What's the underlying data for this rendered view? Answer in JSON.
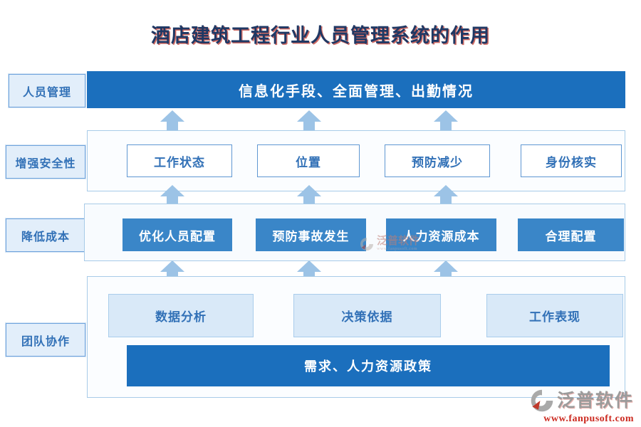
{
  "title": "酒店建筑工程行业人员管理系统的作用",
  "side_labels": [
    {
      "label": "人员管理"
    },
    {
      "label": "增强安全性"
    },
    {
      "label": "降低成本"
    },
    {
      "label": "团队协作"
    }
  ],
  "rows": {
    "management_bar": "信息化手段、全面管理、出勤情况",
    "safety_items": [
      "工作状态",
      "位置",
      "预防减少",
      "身份核实"
    ],
    "cost_items": [
      "优化人员配置",
      "预防事故发生",
      "人力资源成本",
      "合理配置"
    ],
    "team_items": [
      "数据分析",
      "决策依据",
      "工作表现"
    ],
    "team_bar": "需求、人力资源政策"
  },
  "branding": {
    "logo_text": "泛普软件",
    "website": "www.fanpusoft.com"
  },
  "watermark": {
    "logo_text": "泛普软件",
    "sub_text": "www.fanpusoft.com"
  },
  "colors": {
    "title_navy": "#1f3864",
    "title_red_shadow": "#be372d",
    "dark_bar_blue": "#1b6fbd",
    "mid_box_blue": "#3a86c8",
    "arrow_light_blue": "#9cc3e6",
    "box_text_blue": "#3271b7",
    "label_fill": "#e2eefa",
    "light_box_fill": "#d9e9f8",
    "container_border": "#a8cbe8",
    "brand_gray": "#9b9b9b",
    "brand_red": "#cc2a20"
  }
}
